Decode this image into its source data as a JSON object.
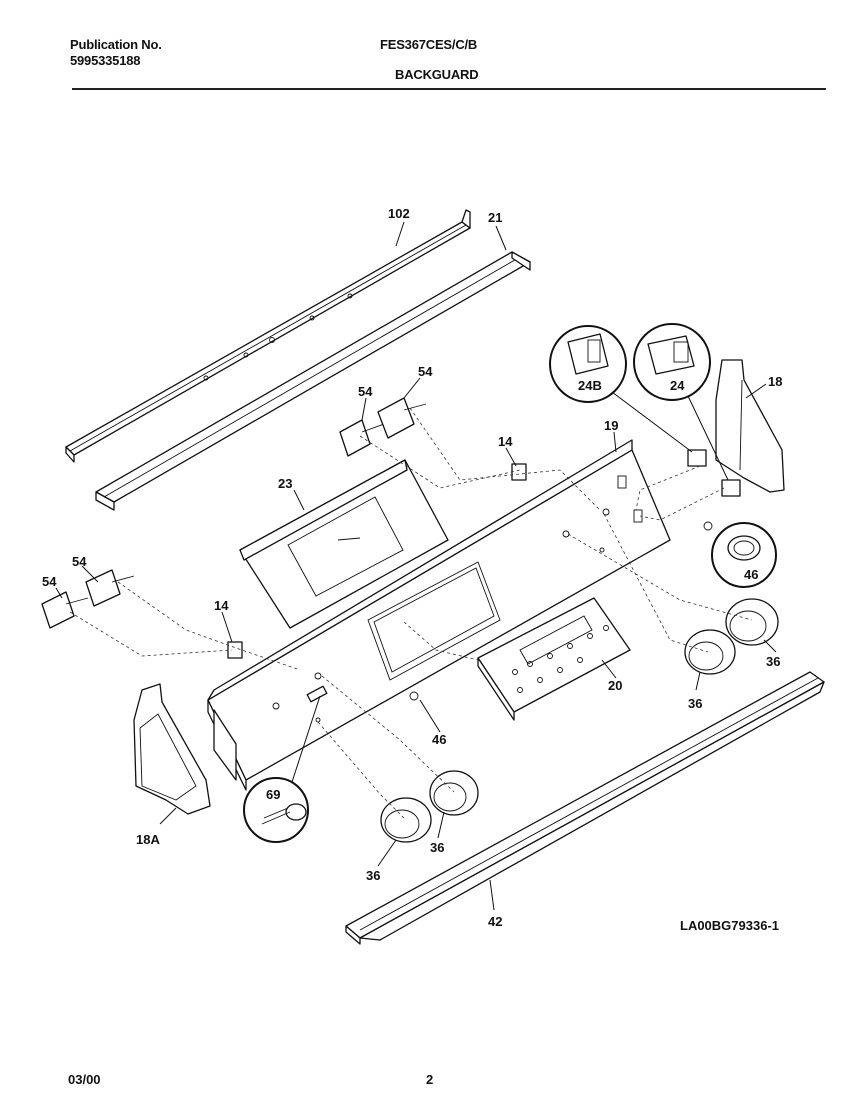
{
  "header": {
    "publication_label": "Publication No.",
    "publication_number": "5995335188",
    "model": "FES367CES/C/B",
    "section": "BACKGUARD"
  },
  "footer": {
    "date": "03/00",
    "page": "2"
  },
  "diagram_id": "LA00BG79336-1",
  "parts": {
    "p102": "102",
    "p21": "21",
    "p54a": "54",
    "p54b": "54",
    "p54c": "54",
    "p54d": "54",
    "p14a": "14",
    "p14b": "14",
    "p19": "19",
    "p24B": "24B",
    "p24": "24",
    "p18": "18",
    "p23": "23",
    "p46a": "46",
    "p46b": "46",
    "p36a": "36",
    "p36b": "36",
    "p36c": "36",
    "p36d": "36",
    "p20": "20",
    "p69": "69",
    "p18A": "18A",
    "p42": "42"
  }
}
